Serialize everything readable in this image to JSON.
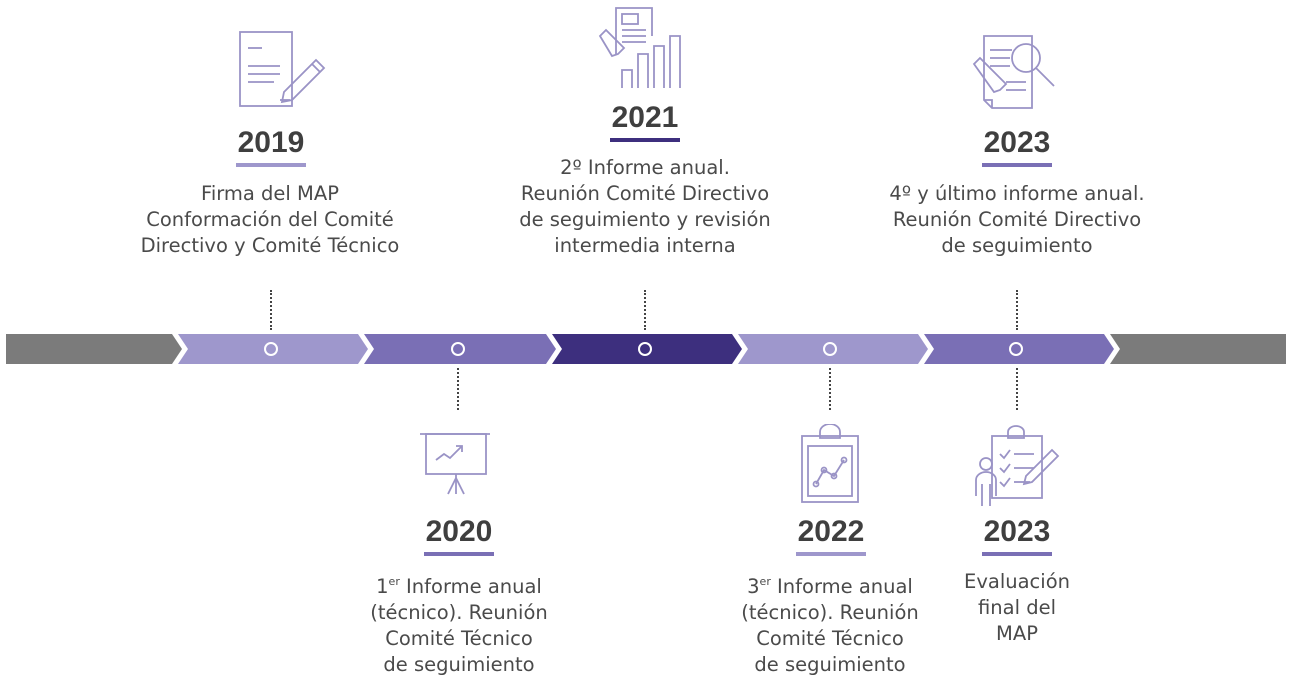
{
  "colors": {
    "gray": "#7b7b7b",
    "light_purple": "#9e97cc",
    "mid_purple": "#7a6fb5",
    "dark_purple": "#3d2f7e",
    "icon_stroke": "#9a93c6"
  },
  "timeline_segments": [
    "gray",
    "light_purple",
    "mid_purple",
    "dark_purple",
    "light_purple",
    "mid_purple",
    "gray"
  ],
  "milestones": {
    "m2019": {
      "year": "2019",
      "icon": "document-signing-icon",
      "lines": [
        "Firma del MAP",
        "Conformación del Comité",
        "Directivo y Comité Técnico"
      ]
    },
    "m2020": {
      "year": "2020",
      "icon": "presentation-board-icon",
      "sup": "er",
      "line1_prefix": "1",
      "line1_rest": " Informe anual",
      "lines": [
        "(técnico). Reunión",
        "Comité Técnico",
        "de seguimiento"
      ]
    },
    "m2021": {
      "year": "2021",
      "icon": "report-bar-chart-icon",
      "lines": [
        "2º Informe anual.",
        "Reunión Comité Directivo",
        "de seguimiento y revisión",
        "intermedia interna"
      ]
    },
    "m2022": {
      "year": "2022",
      "icon": "clipboard-chart-icon",
      "sup": "er",
      "line1_prefix": "3",
      "line1_rest": " Informe anual",
      "lines": [
        "(técnico). Reunión",
        "Comité Técnico",
        "de seguimiento"
      ]
    },
    "m2023a": {
      "year": "2023",
      "icon": "document-search-icon",
      "lines": [
        "4º y último informe anual.",
        "Reunión Comité Directivo",
        "de seguimiento"
      ]
    },
    "m2023b": {
      "year": "2023",
      "icon": "evaluation-checklist-icon",
      "lines": [
        "Evaluación",
        "final del",
        "MAP"
      ]
    }
  }
}
